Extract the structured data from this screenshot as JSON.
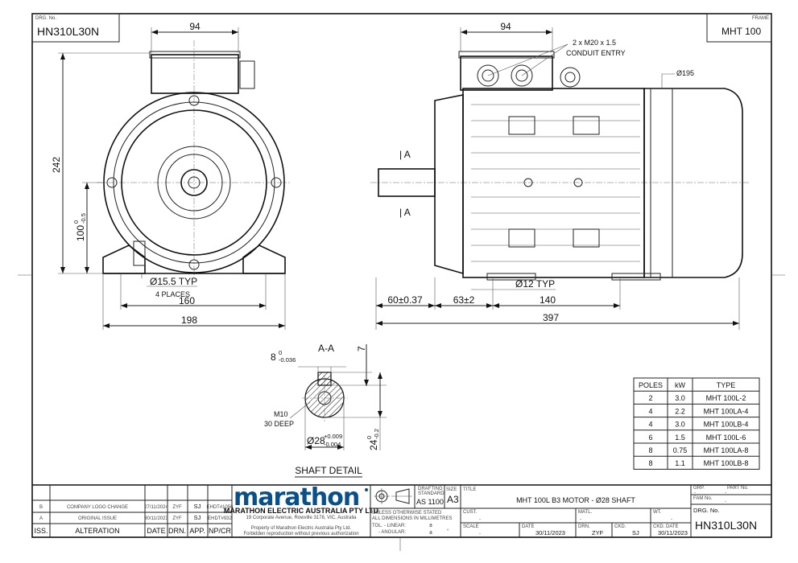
{
  "drawing": {
    "drg_no_label": "DRG. No.",
    "drg_no": "HN310L30N",
    "frame_label": "FRAME",
    "frame": "MHT 100"
  },
  "front_view": {
    "dim_top": "94",
    "dim_height": "242",
    "dim_shaft_height": "100",
    "dim_shaft_height_tol_upper": "0",
    "dim_shaft_height_tol_lower": "-0.5",
    "hole_label": "Ø15.5 TYP",
    "hole_places": "4 PLACES",
    "dim_foot_centres": "160",
    "dim_foot_width": "198"
  },
  "side_view": {
    "dim_top": "94",
    "conduit_line1": "2 x M20 x 1.5",
    "conduit_line2": "CONDUIT ENTRY",
    "dim_diameter": "Ø195",
    "section_mark_top": "| A",
    "section_mark_bottom": "| A",
    "hole_label": "Ø12 TYP",
    "dim_shaft_length": "60±0.37",
    "dim_shoulder": "63±2",
    "dim_foot_length": "140",
    "dim_overall": "397"
  },
  "shaft_detail": {
    "section_title": "A-A",
    "key_width": "8",
    "key_width_tol_upper": "0",
    "key_width_tol_lower": "-0.036",
    "key_height": "7",
    "tap_line1": "M10",
    "tap_line2": "30 DEEP",
    "shaft_dia": "Ø28",
    "shaft_dia_tol_upper": "+0.009",
    "shaft_dia_tol_lower": "-0.004",
    "key_depth": "24",
    "key_depth_tol_upper": "0",
    "key_depth_tol_lower": "-0.2",
    "caption": "SHAFT DETAIL"
  },
  "ratings_table": {
    "headers": [
      "POLES",
      "kW",
      "TYPE"
    ],
    "rows": [
      [
        "2",
        "3.0",
        "MHT 100L-2"
      ],
      [
        "4",
        "2.2",
        "MHT 100LA-4"
      ],
      [
        "4",
        "3.0",
        "MHT 100LB-4"
      ],
      [
        "6",
        "1.5",
        "MHT 100L-6"
      ],
      [
        "8",
        "0.75",
        "MHT 100LA-8"
      ],
      [
        "8",
        "1.1",
        "MHT 100LB-8"
      ]
    ]
  },
  "revisions": {
    "headers": [
      "ISS.",
      "ALTERATION",
      "DATE",
      "DRN.",
      "APP.",
      "NP/CR"
    ],
    "rows": [
      [
        "B",
        "COMPANY LOGO CHANGE",
        "27/11/2024",
        "ZYF",
        "SJ",
        "EHDT#1056"
      ],
      [
        "A",
        "ORIGINAL ISSUE",
        "30/11/2023",
        "ZYF",
        "SJ",
        "EHDT#932"
      ]
    ]
  },
  "title_block": {
    "logo_text": "marathon",
    "company": "MARATHON ELECTRIC AUSTRALIA PTY LTD",
    "address": "19 Corporate Avenue, Rowville 3178, VIC, Australia",
    "property_line1": "Property of Marathon Electric Australia Pty Ltd.",
    "property_line2": "Forbidden reproduction without previous authorization",
    "drafting_label1": "DRAFTING",
    "drafting_label2": "STANDARD",
    "drafting_standard": "AS 1100",
    "size_label": "SIZE",
    "size": "A3",
    "title_label": "TITLE",
    "title": "MHT 100L  B3 MOTOR - Ø28 SHAFT",
    "grp_label": "GRP.",
    "grp": "-",
    "part_no_label": "PART No.",
    "part_no": "-",
    "fam_no_label": "FAM No.",
    "fam_no": "-",
    "units_line1": "UNLESS OTHERWISE STATED",
    "units_line2": "ALL DIMENSIONS IN MILLIMETRES",
    "tol_linear": "TOL.  - LINEAR:",
    "tol_linear_value": "±",
    "tol_angular": "- ANGULAR:",
    "tol_angular_value": "±",
    "tol_angular_unit": "°",
    "cust_label": "CUST.",
    "cust": "-",
    "matl_label": "MATL.",
    "matl": "-",
    "wt_label": "WT.",
    "wt": "-",
    "drg_no_label": "DRG. No.",
    "drg_no": "HN310L30N",
    "scale_label": "SCALE",
    "scale": "-",
    "date_label": "DATE",
    "date": "30/11/2023",
    "drn_label": "DRN.",
    "drn": "ZYF",
    "ckd_label": "CKD.",
    "ckd": "SJ",
    "ckd_date_label": "CKD. DATE",
    "ckd_date": "30/11/2023"
  }
}
